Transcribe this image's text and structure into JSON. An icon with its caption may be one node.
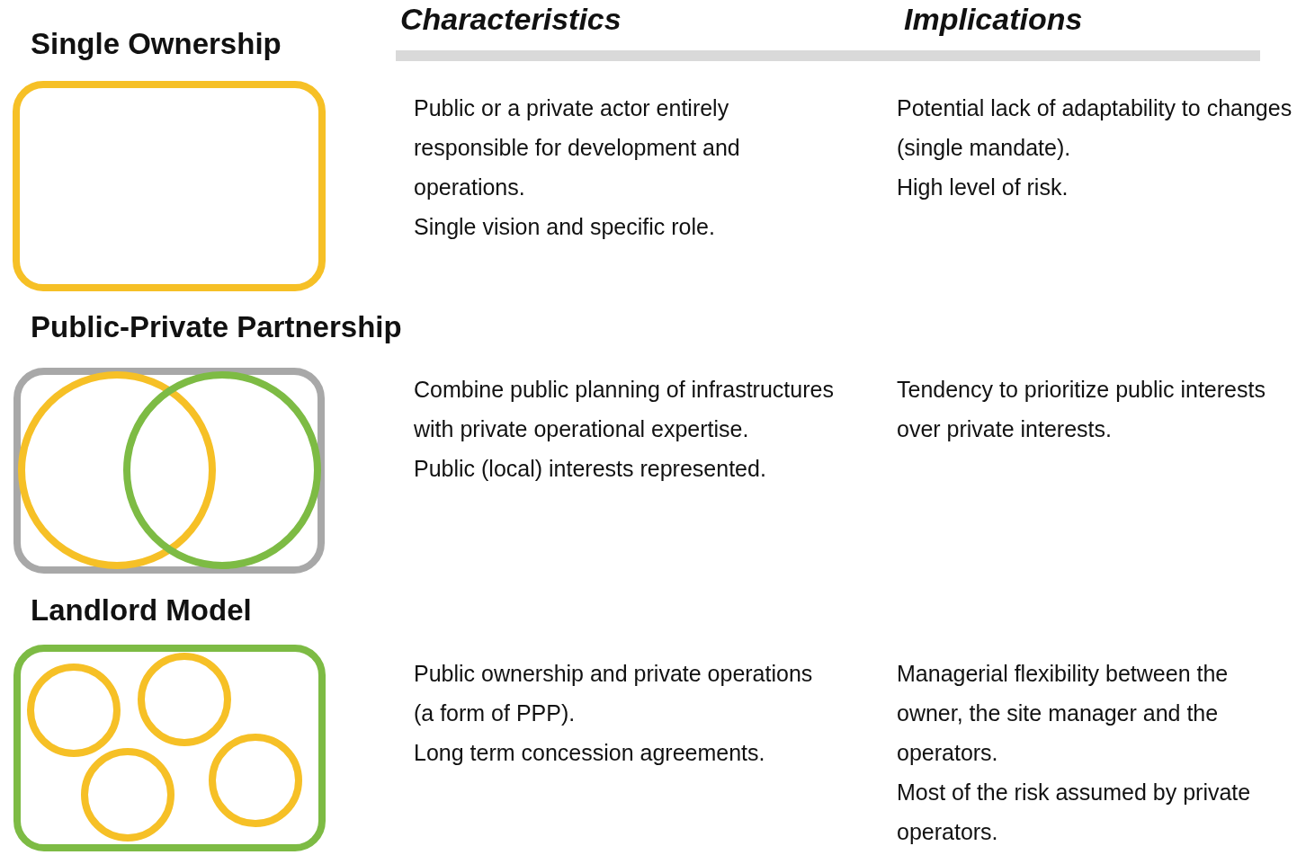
{
  "diagram": {
    "nodes": [
      {
        "text": [
          "Single Ownership"
        ]
      },
      {
        "text": [
          "Public-Private Partnership"
        ]
      },
      {
        "text": [],
        "shape": "circle",
        "in": 1
      },
      {
        "text": [],
        "shape": "circle",
        "in": 1
      },
      {
        "text": [
          "Landlord Model"
        ]
      },
      {
        "text": [],
        "shape": "circle",
        "in": 4
      },
      {
        "text": [],
        "shape": "circle",
        "in": 4
      },
      {
        "text": [],
        "shape": "circle",
        "in": 4
      },
      {
        "text": [],
        "shape": "circle",
        "in": 4
      }
    ],
    "labels": [
      "Characteristics",
      "Implications",
      "Public or a private actor entirely responsible for development and operations.",
      "Single vision and specific role.",
      "Potential lack of adaptability to changes (single mandate).",
      "High level of risk.",
      "Combine public planning of infrastructures with private operational expertise.",
      "Public (local) interests represented.",
      "Tendency to prioritize public interests over private interests.",
      "Public ownership and private operations (a form of PPP).",
      "Long term concession agreements.",
      "Managerial flexibility between the owner, the site manager and the operators.",
      "Most of the risk assumed by private operators."
    ]
  }
}
